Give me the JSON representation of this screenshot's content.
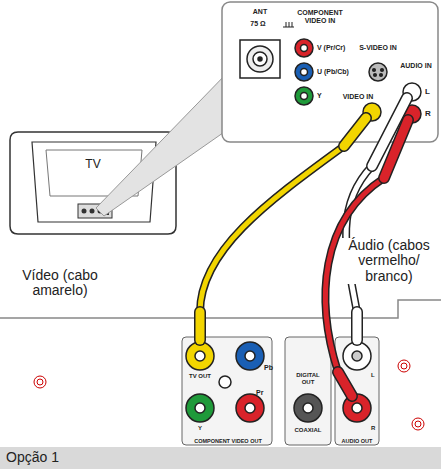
{
  "diagram": {
    "caption": "Opção 1",
    "labels": [
      "ANT",
      "75 Ω",
      "COMPONENT VIDEO IN",
      "V (Pr/Cr)",
      "U (Pb/Cb)",
      "Y",
      "S-VIDEO IN",
      "AUDIO IN",
      "L",
      "R",
      "VIDEO IN",
      "TV",
      "Vídeo (cabo amarelo)",
      "Áudio (cabos vermelho/ branco)",
      "TV OUT",
      "Pb",
      "Y",
      "Pr",
      "COMPONENT VIDEO OUT",
      "DIGITAL OUT",
      "COAXIAL",
      "L",
      "R",
      "AUDIO OUT"
    ]
  }
}
